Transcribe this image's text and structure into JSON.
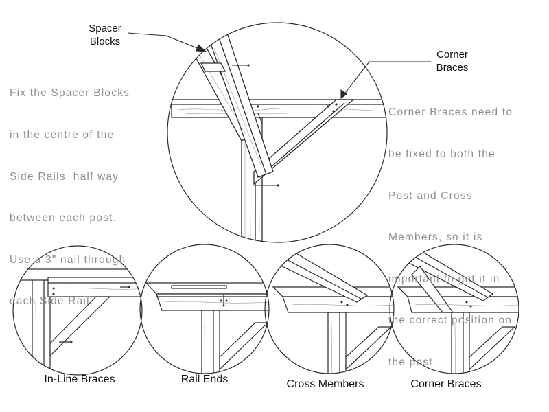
{
  "callouts": {
    "spacer_blocks": [
      "Spacer",
      "Blocks"
    ],
    "corner_braces": [
      "Corner",
      "Braces"
    ]
  },
  "notes": {
    "spacer": [
      "Fix the Spacer Blocks",
      "in the centre of the",
      "Side Rails  half way",
      "between each post.",
      "Use a 3\" nail through",
      "each Side Rail."
    ],
    "corner": [
      "Corner Braces need to",
      "be fixed to both the",
      "Post and Cross",
      "Members, so it is",
      "important to get it in",
      "the correct position on",
      "the post."
    ]
  },
  "captions": {
    "inline_braces": "In-Line Braces",
    "rail_ends": "Rail Ends",
    "cross_members": "Cross Members",
    "corner_braces": "Corner Braces"
  },
  "colors": {
    "line": "#2a2a2a",
    "wood": "#ffffff",
    "grain": "#9a9a9a",
    "note_text": "#8e8e8e"
  }
}
